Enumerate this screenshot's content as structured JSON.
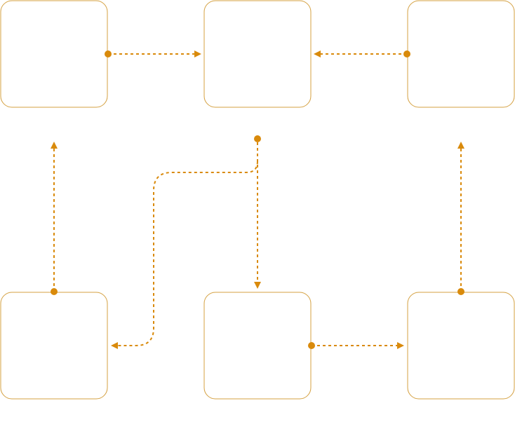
{
  "colors": {
    "accent": "#d98a0b",
    "box_border": "#d4a040",
    "background": "#ffffff"
  },
  "diagram": {
    "nodes": [
      {
        "id": "box-top-left",
        "label": ""
      },
      {
        "id": "box-top-center",
        "label": ""
      },
      {
        "id": "box-top-right",
        "label": ""
      },
      {
        "id": "box-bottom-left",
        "label": ""
      },
      {
        "id": "box-bottom-center",
        "label": ""
      },
      {
        "id": "box-bottom-right",
        "label": ""
      }
    ],
    "edges": [
      {
        "id": "top-left-to-top-center",
        "from": "box-top-left",
        "to": "box-top-center",
        "style": "dashed"
      },
      {
        "id": "top-right-to-top-center",
        "from": "box-top-right",
        "to": "box-top-center",
        "style": "dashed"
      },
      {
        "id": "bottom-left-to-top-left",
        "from": "box-bottom-left",
        "to": "box-top-left",
        "style": "dashed"
      },
      {
        "id": "bottom-right-to-top-right",
        "from": "box-bottom-right",
        "to": "box-top-right",
        "style": "dashed"
      },
      {
        "id": "bottom-center-to-bottom-right",
        "from": "box-bottom-center",
        "to": "box-bottom-right",
        "style": "dashed"
      },
      {
        "id": "junction-to-bottom-center",
        "from": "junction",
        "to": "box-bottom-center",
        "style": "dashed"
      },
      {
        "id": "junction-to-bottom-left",
        "from": "junction",
        "to": "box-bottom-left",
        "style": "dashed"
      }
    ]
  }
}
